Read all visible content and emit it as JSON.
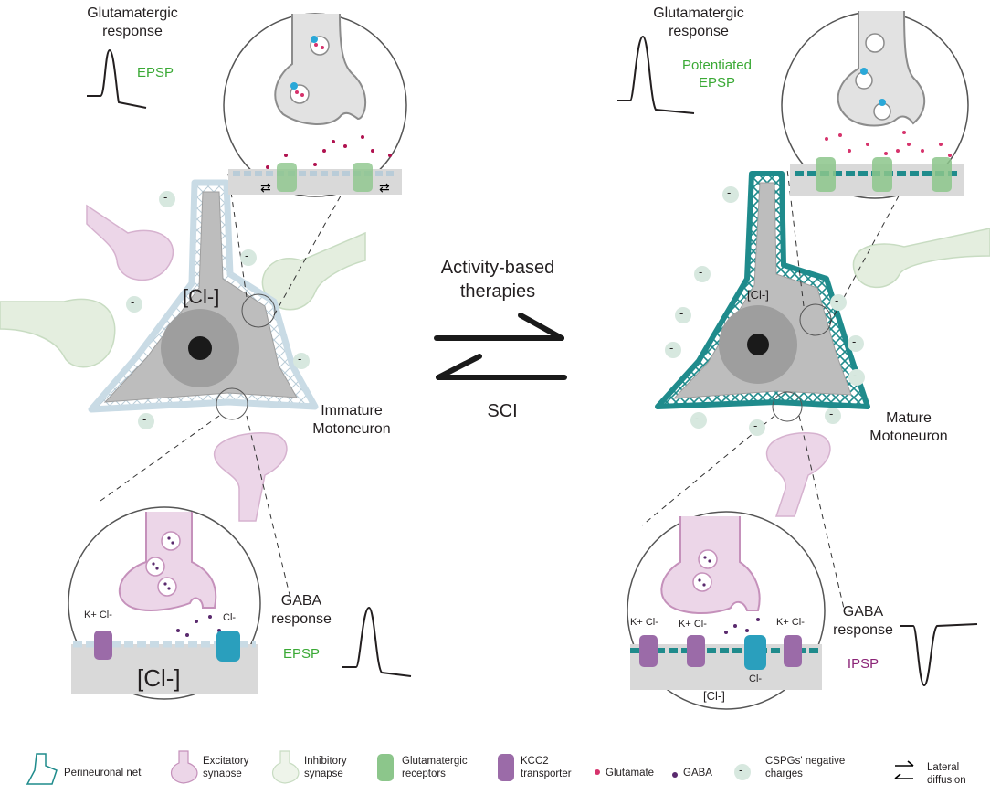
{
  "left": {
    "glut_title": "Glutamatergic",
    "glut_title2": "response",
    "glut_wave_label": "EPSP",
    "cell_label": "[Cl-]",
    "neuron_label1": "Immature",
    "neuron_label2": "Motoneuron",
    "gaba_title": "GABA",
    "gaba_title2": "response",
    "gaba_wave_label": "EPSP",
    "bottom_cl": "[Cl-]",
    "kcl_label": "K+ Cl-",
    "cl_label": "Cl-"
  },
  "center": {
    "therapy_line1": "Activity-based",
    "therapy_line2": "therapies",
    "sci_label": "SCI"
  },
  "right": {
    "glut_title": "Glutamatergic",
    "glut_title2": "response",
    "glut_wave_label1": "Potentiated",
    "glut_wave_label2": "EPSP",
    "cell_label": "[Cl-]",
    "neuron_label1": "Mature",
    "neuron_label2": "Motoneuron",
    "gaba_title": "GABA",
    "gaba_title2": "response",
    "gaba_wave_label": "IPSP",
    "bottom_cl": "[Cl-]",
    "kcl_label": "K+ Cl-",
    "cl_label": "Cl-"
  },
  "legend": {
    "pnn": "Perineuronal net",
    "exc1": "Excitatory",
    "exc2": "synapse",
    "inh1": "Inhibitory",
    "inh2": "synapse",
    "glr1": "Glutamatergic",
    "glr2": "receptors",
    "kcc1": "KCC2",
    "kcc2": "transporter",
    "glutamate": "Glutamate",
    "gaba": "GABA",
    "cspg1": "CSPGs' negative",
    "cspg2": "charges",
    "lat1": "Lateral",
    "lat2": "diffusion"
  },
  "charge_symbol": "-",
  "colors": {
    "neuron_fill": "#bdbdbd",
    "pnn_immature": "#c9dbe5",
    "pnn_mature": "#1f8b8c",
    "excitatory": "#e8cfe4",
    "inhibitory": "#dfeadb",
    "glut_receptor": "#8cc68b",
    "kcc2": "#9b6ba8",
    "glutamate": "#d6336c",
    "gaba": "#5a2a6e",
    "green_text": "#3aa935",
    "purple_text": "#8b2477"
  }
}
